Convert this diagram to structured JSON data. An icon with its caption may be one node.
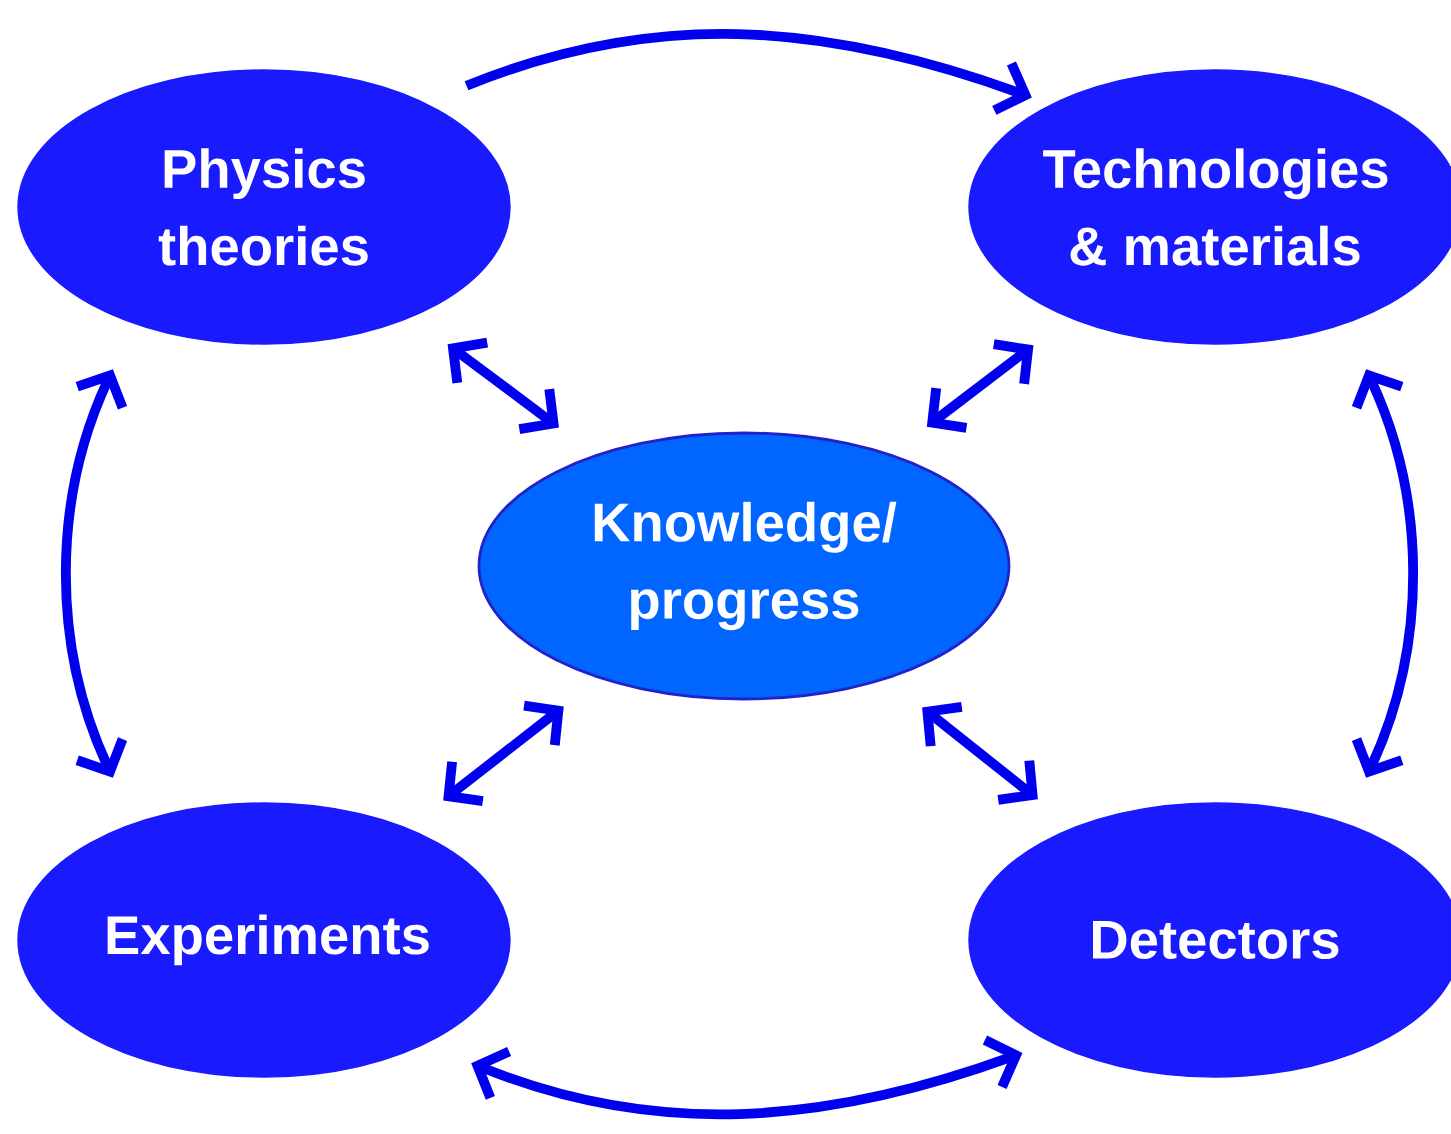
{
  "diagram": {
    "nodes": [
      {
        "text": [
          "Physics theories"
        ]
      },
      {
        "text": [
          "Technologies & materials"
        ]
      },
      {
        "text": [
          "Knowledge/ progress"
        ]
      },
      {
        "text": [
          "Experiments"
        ]
      },
      {
        "text": [
          "Detectors"
        ]
      }
    ],
    "edges": [
      {
        "from": 0,
        "to": 1,
        "arrow": "to"
      },
      {
        "from": 0,
        "to": 2,
        "arrow": "both"
      },
      {
        "from": 1,
        "to": 2,
        "arrow": "both"
      },
      {
        "from": 3,
        "to": 2,
        "arrow": "both"
      },
      {
        "from": 4,
        "to": 2,
        "arrow": "both"
      },
      {
        "from": 0,
        "to": 3,
        "arrow": "both"
      },
      {
        "from": 1,
        "to": 4,
        "arrow": "both"
      },
      {
        "from": 3,
        "to": 4,
        "arrow": "both"
      }
    ]
  }
}
